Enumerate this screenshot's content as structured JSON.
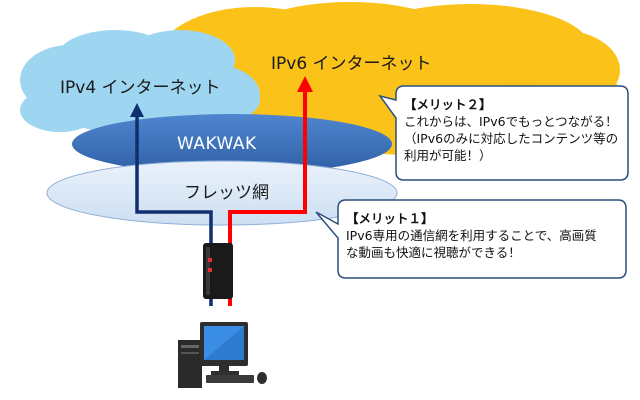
{
  "clouds": {
    "ipv4_label": "IPv4 インターネット",
    "ipv6_label": "IPv6 インターネット"
  },
  "network": {
    "isp_label": "WAKWAK",
    "carrier_label": "フレッツ網"
  },
  "callouts": [
    {
      "title": "【メリット２】",
      "lines": [
        "これからは、IPv6でもっとつながる！",
        "（IPv6のみに対応したコンテンツ等の",
        "利用が可能！）"
      ]
    },
    {
      "title": "【メリット１】",
      "lines": [
        "IPv6専用の通信網を利用することで、高画質",
        "な動画も快適に視聴ができる！"
      ]
    }
  ],
  "colors": {
    "ipv4_cloud": "#9ed6f2",
    "ipv6_cloud": "#fbc21a",
    "isp_band": "#3a6eb5",
    "carrier_band": "#d7e6f5",
    "ipv4_path": "#0f2f6e",
    "ipv6_path": "#ff0000"
  }
}
